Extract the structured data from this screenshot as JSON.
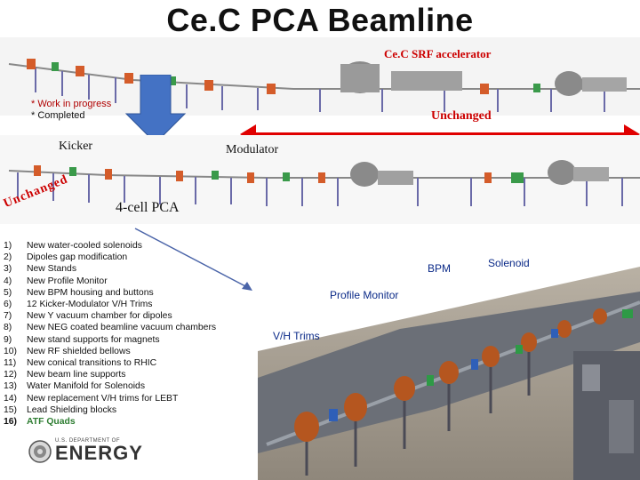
{
  "title": "Ce.C PCA Beamline",
  "top_diagram": {
    "label": "Ce.C SRF accelerator"
  },
  "legend": {
    "work_in_progress": "* Work in progress",
    "completed": "* Completed"
  },
  "unchanged_label": "Unchanged",
  "middle_diagram": {
    "kicker": "Kicker",
    "modulator": "Modulator",
    "pca": "4-cell PCA",
    "unchanged_curved": "Unchanged"
  },
  "changes_list": [
    {
      "num": "1)",
      "text": "New water-cooled solenoids"
    },
    {
      "num": "2)",
      "text": "Dipoles gap modification"
    },
    {
      "num": "3)",
      "text": "New Stands"
    },
    {
      "num": "4)",
      "text": "New Profile Monitor"
    },
    {
      "num": "5)",
      "text": "New BPM housing and buttons"
    },
    {
      "num": "6)",
      "text": "12 Kicker-Modulator V/H Trims"
    },
    {
      "num": "7)",
      "text": "New Y vacuum chamber for dipoles"
    },
    {
      "num": "8)",
      "text": "New NEG coated beamline vacuum chambers"
    },
    {
      "num": "9)",
      "text": "New stand supports for magnets"
    },
    {
      "num": "10)",
      "text": "New RF shielded bellows"
    },
    {
      "num": "11)",
      "text": "New conical transitions to RHIC"
    },
    {
      "num": "12)",
      "text": "New beam line supports"
    },
    {
      "num": "13)",
      "text": "Water Manifold for Solenoids"
    },
    {
      "num": "14)",
      "text": "New replacement V/H trims for LEBT"
    },
    {
      "num": "15)",
      "text": "Lead Shielding blocks"
    },
    {
      "num": "16)",
      "text": "ATF Quads"
    }
  ],
  "photo_labels": {
    "bpm": "BPM",
    "solenoid": "Solenoid",
    "profile_monitor": "Profile Monitor",
    "vh_trims": "V/H Trims"
  },
  "logo": {
    "small_text": "U.S. DEPARTMENT OF",
    "big_text": "ENERGY"
  },
  "colors": {
    "annotation_red": "#cc0000",
    "arrow_blue": "#4472c4",
    "photo_label_blue": "#0b2a88",
    "list_highlight_green": "#2e7d32",
    "double_arrow_red": "#e00000"
  }
}
